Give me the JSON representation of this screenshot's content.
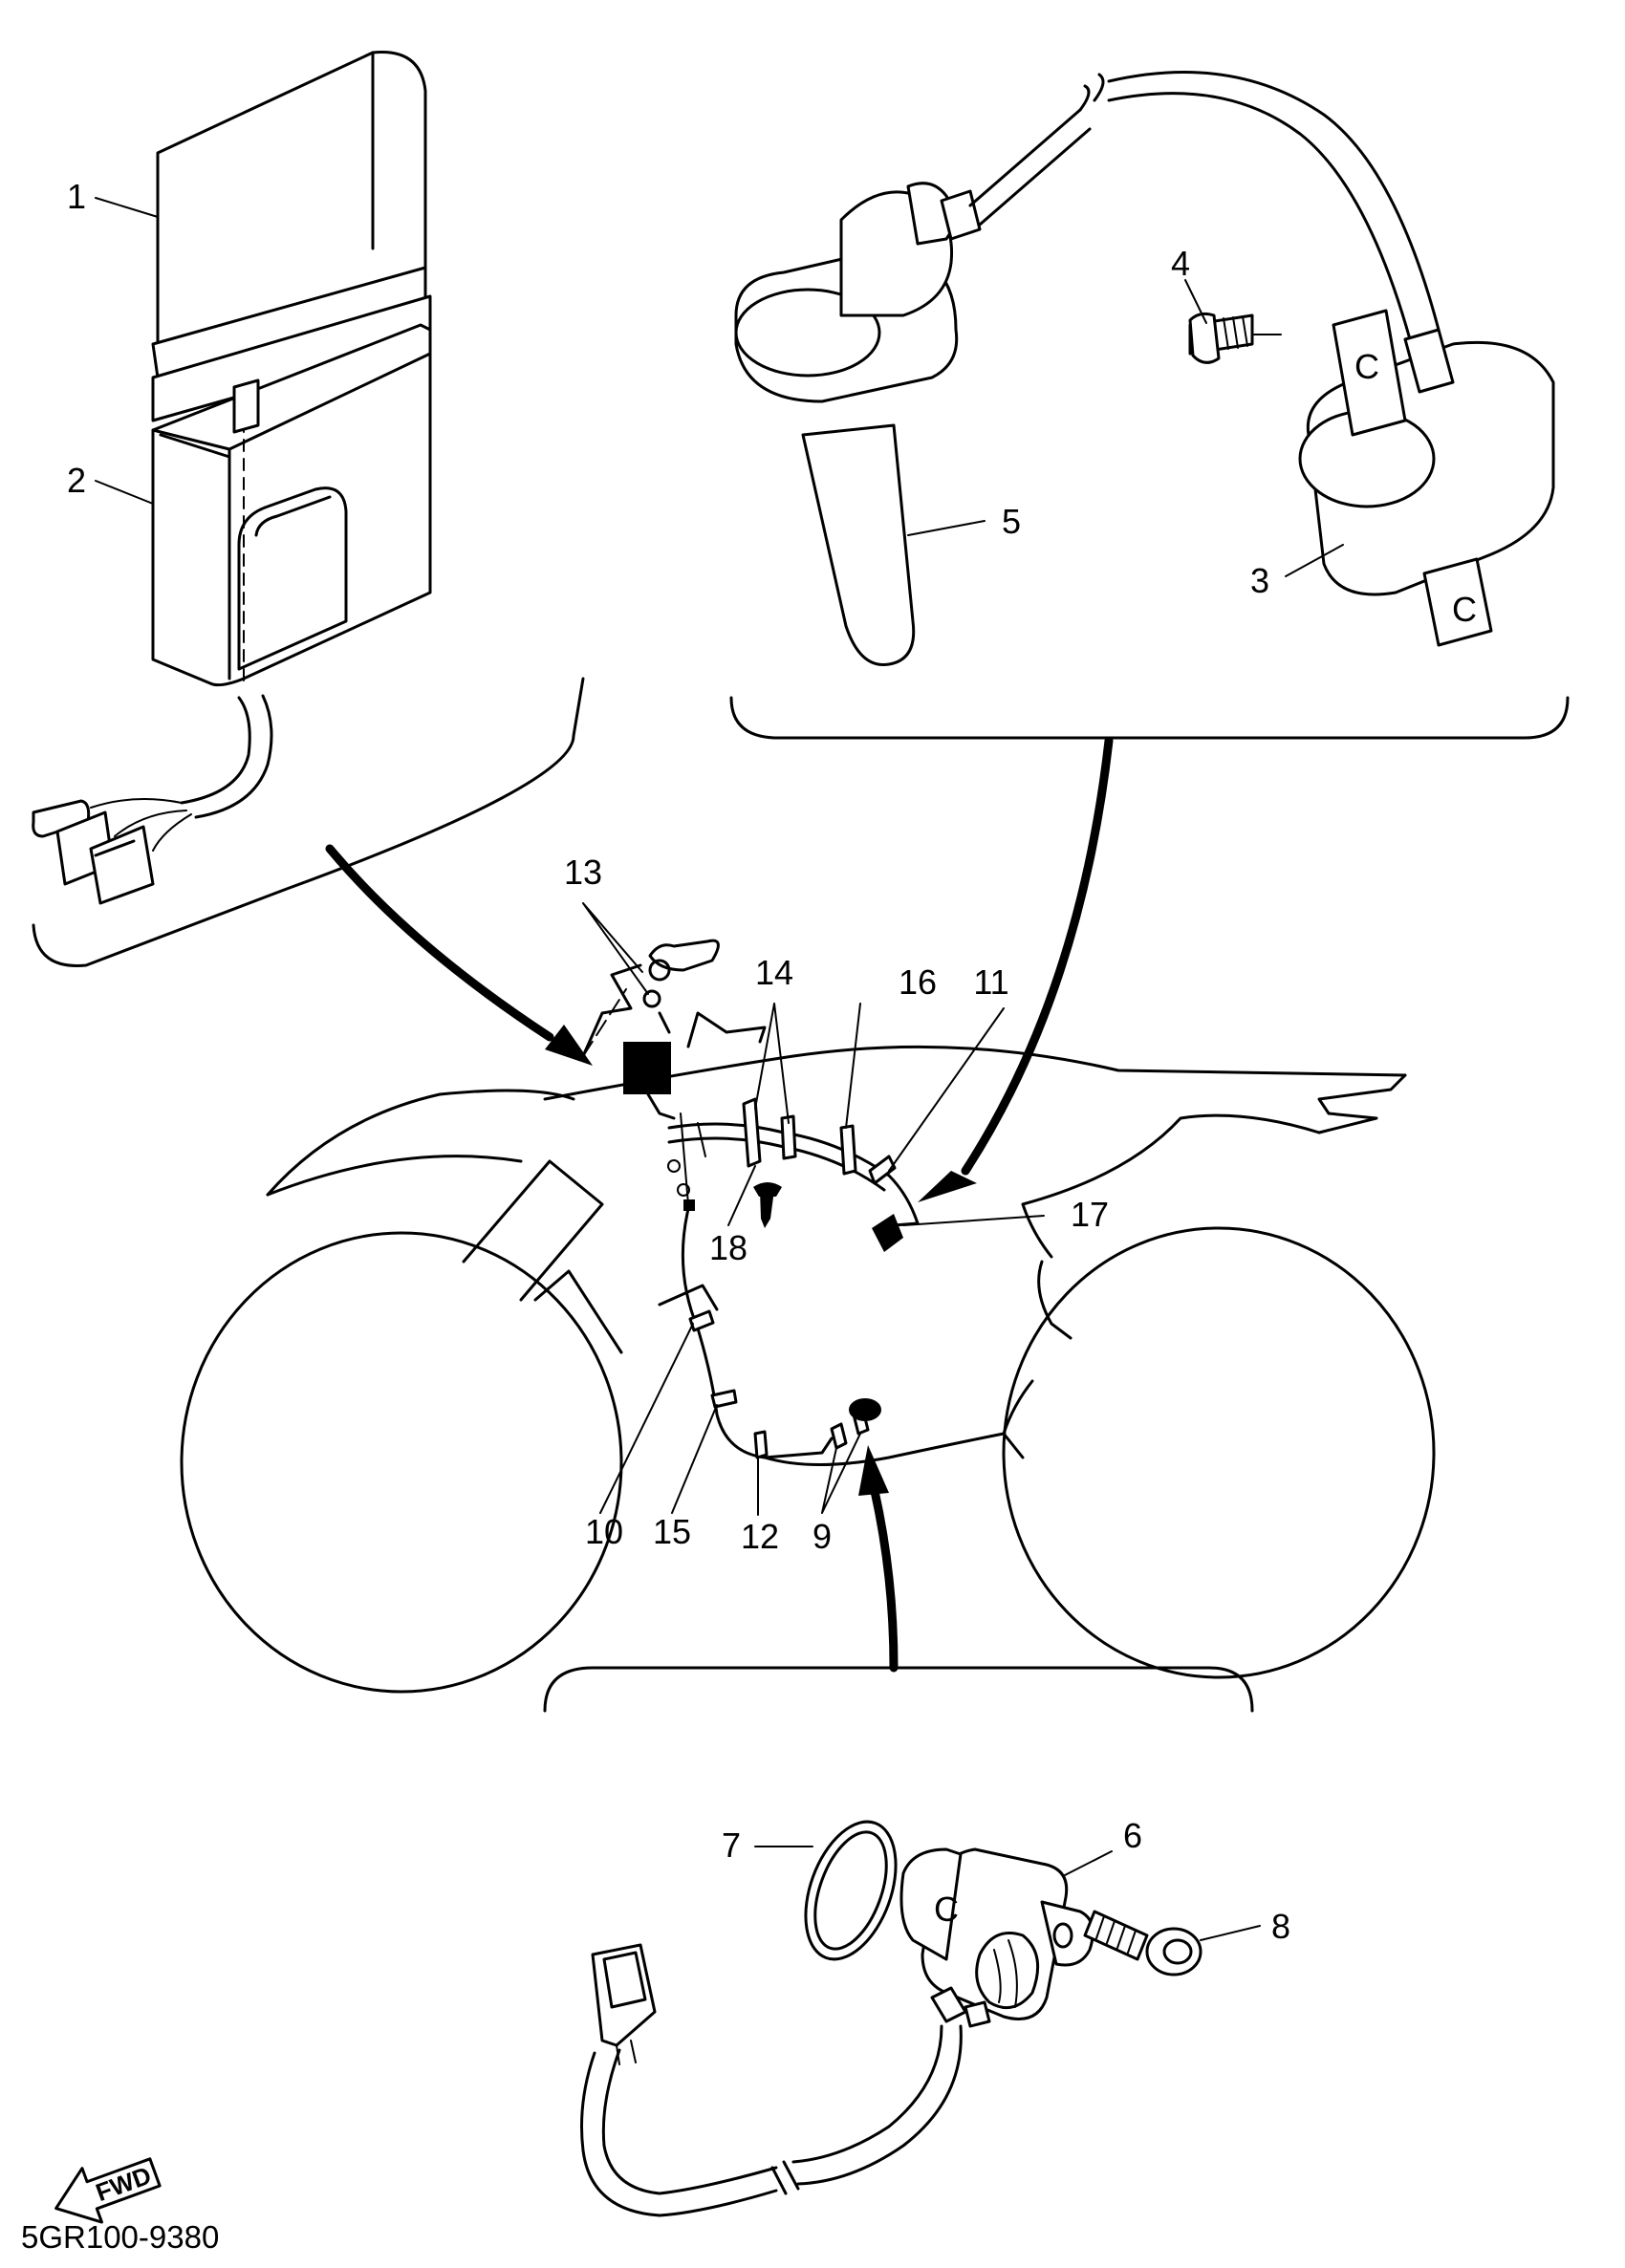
{
  "diagram": {
    "callouts": {
      "c1": "1",
      "c2": "2",
      "c3": "3",
      "c4": "4",
      "c5": "5",
      "c6": "6",
      "c7": "7",
      "c8": "8",
      "c9": "9",
      "c10": "10",
      "c11": "11",
      "c12": "12",
      "c13": "13",
      "c14": "14",
      "c15": "15",
      "c16": "16",
      "c17": "17",
      "c18": "18"
    },
    "coil_marking": "C",
    "sensor_marking": "C",
    "fwd_label": "FWD",
    "reference_code": "5GR100-9380"
  }
}
